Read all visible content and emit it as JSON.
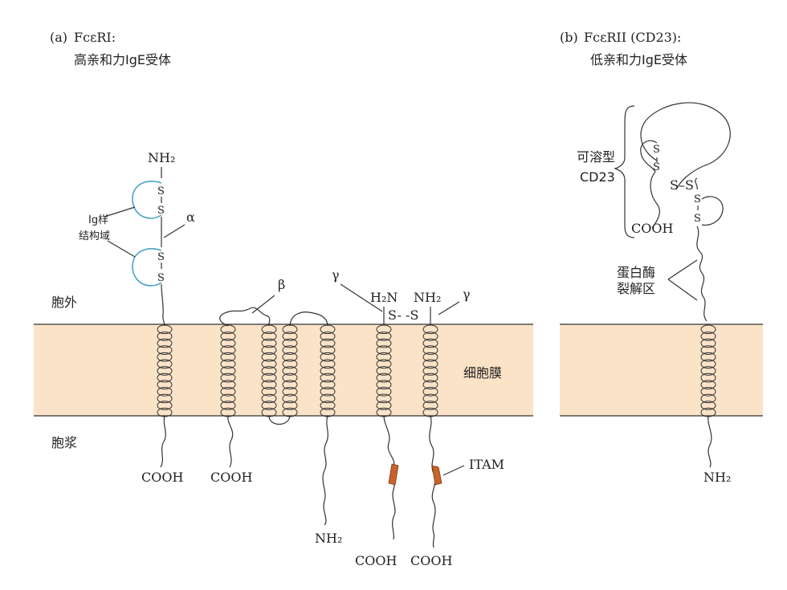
{
  "panel_a": {
    "label": "(a)",
    "receptor_name": "FcεRI:",
    "subtitle": "高亲和力IgE受体"
  },
  "panel_b": {
    "label": "(b)",
    "receptor_name": "FcεRII (CD23):",
    "subtitle": "低亲和力IgE受体"
  },
  "labels": {
    "extracellular": "胞外",
    "cytoplasm": "胞浆",
    "membrane": "细胞膜",
    "ig_domain_line1": "Ig样",
    "ig_domain_line2": "结构域",
    "alpha": "α",
    "beta": "β",
    "gamma": "γ",
    "gamma2": "γ",
    "nh2": "NH₂",
    "h2n": "H₂N",
    "s": "S",
    "ss": "S–S",
    "s_dash_s": "S- -S",
    "cooh": "COOH",
    "itam": "ITAM",
    "soluble_line1": "可溶型",
    "soluble_line2": "CD23",
    "protease_line1": "蛋白酶",
    "protease_line2": "裂解区"
  },
  "colors": {
    "membrane_fill": "#fbe3c8",
    "ig_loop": "#4da3c7",
    "itam": "#c8642a"
  }
}
